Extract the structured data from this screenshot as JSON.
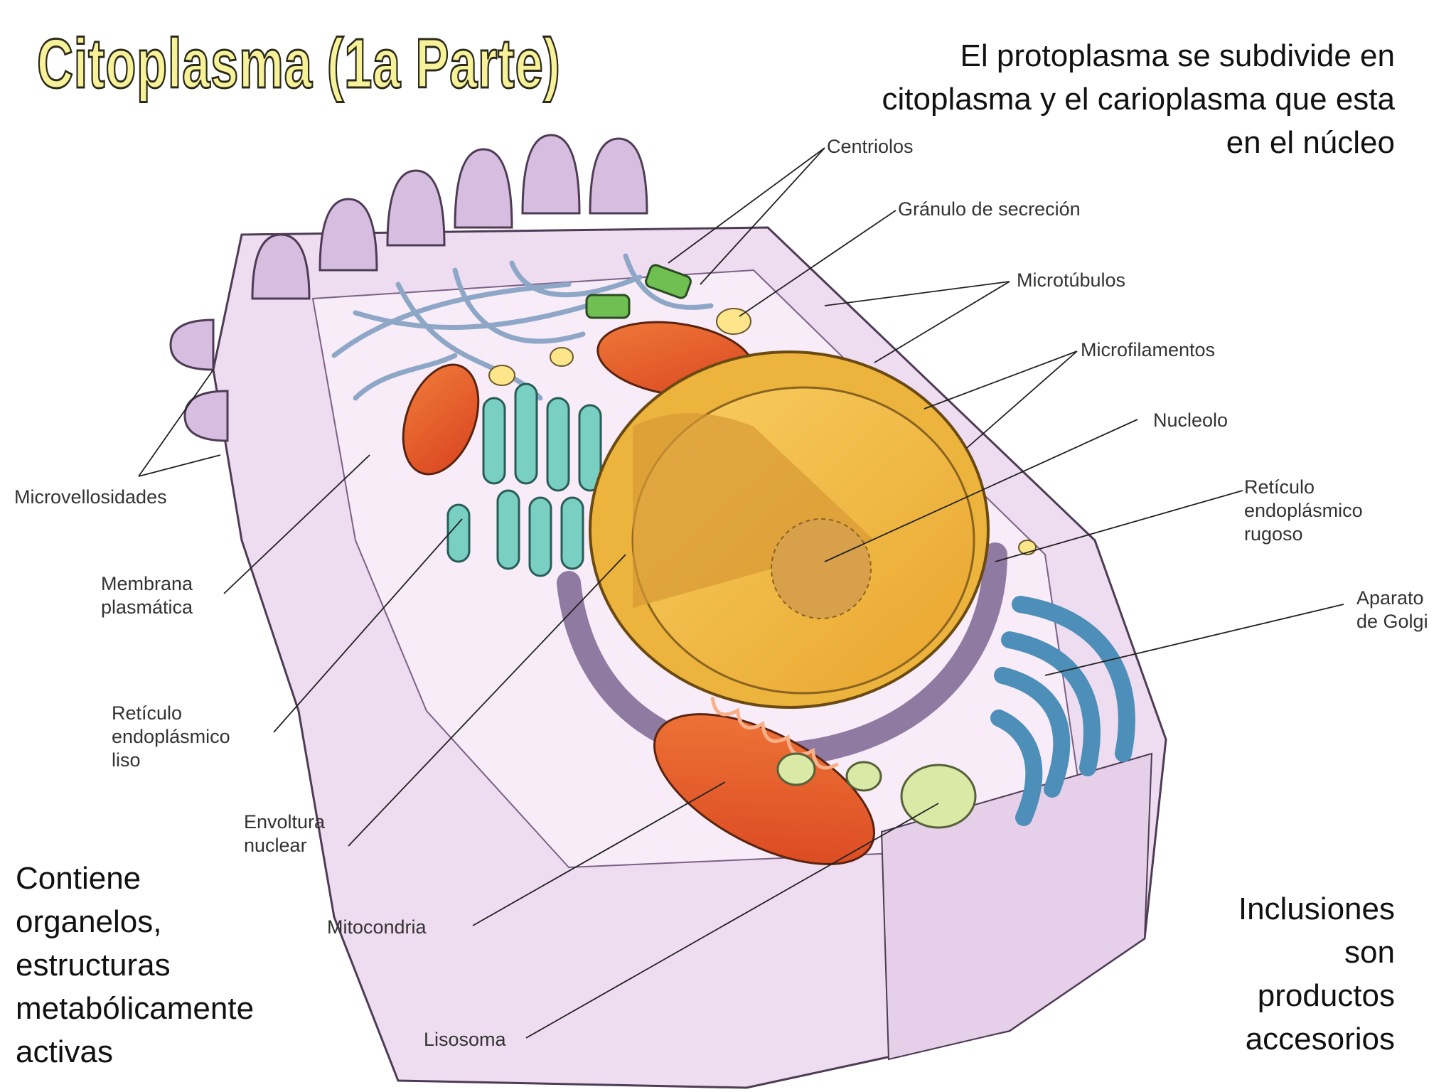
{
  "title": "Citoplasma (1a Parte)",
  "notes": {
    "top": [
      "El protoplasma se subdivide en",
      "citoplasma y el carioplasma  que esta",
      "en el núcleo"
    ],
    "left": [
      "Contiene",
      "organelos,",
      "estructuras",
      "metabólicamente",
      "activas"
    ],
    "right": [
      "Inclusiones",
      "son",
      "productos",
      "accesorios"
    ]
  },
  "labels": {
    "centriolos": "Centriolos",
    "granulo": "Gránulo de secreción",
    "microtubulos": "Microtúbulos",
    "microfilamentos": "Microfilamentos",
    "nucleolo": "Nucleolo",
    "rer": [
      "Retículo",
      "endoplásmico",
      "rugoso"
    ],
    "golgi": [
      "Aparato",
      "de Golgi"
    ],
    "microvellosidades": "Microvellosidades",
    "membrana": [
      "Membrana",
      "plasmática"
    ],
    "rel": [
      "Retículo",
      "endoplásmico",
      "liso"
    ],
    "envoltura": [
      "Envoltura",
      "nuclear"
    ],
    "mitocondria": "Mitocondria",
    "lisosoma": "Lisosoma"
  },
  "colors": {
    "cell_membrane": "#e9d6ee",
    "cytoplasm": "#f6eaf7",
    "mitochondria": "#e8562a",
    "nucleus": "#f2b940",
    "golgi": "#63a8d0",
    "reticulum": "#6ec9bc",
    "microtubules": "#9fb6d3",
    "centrioles": "#6fbf53",
    "lysosome": "#dbe9a6",
    "secretion_granule": "#fde58c",
    "title_fill": "#f7f199"
  }
}
